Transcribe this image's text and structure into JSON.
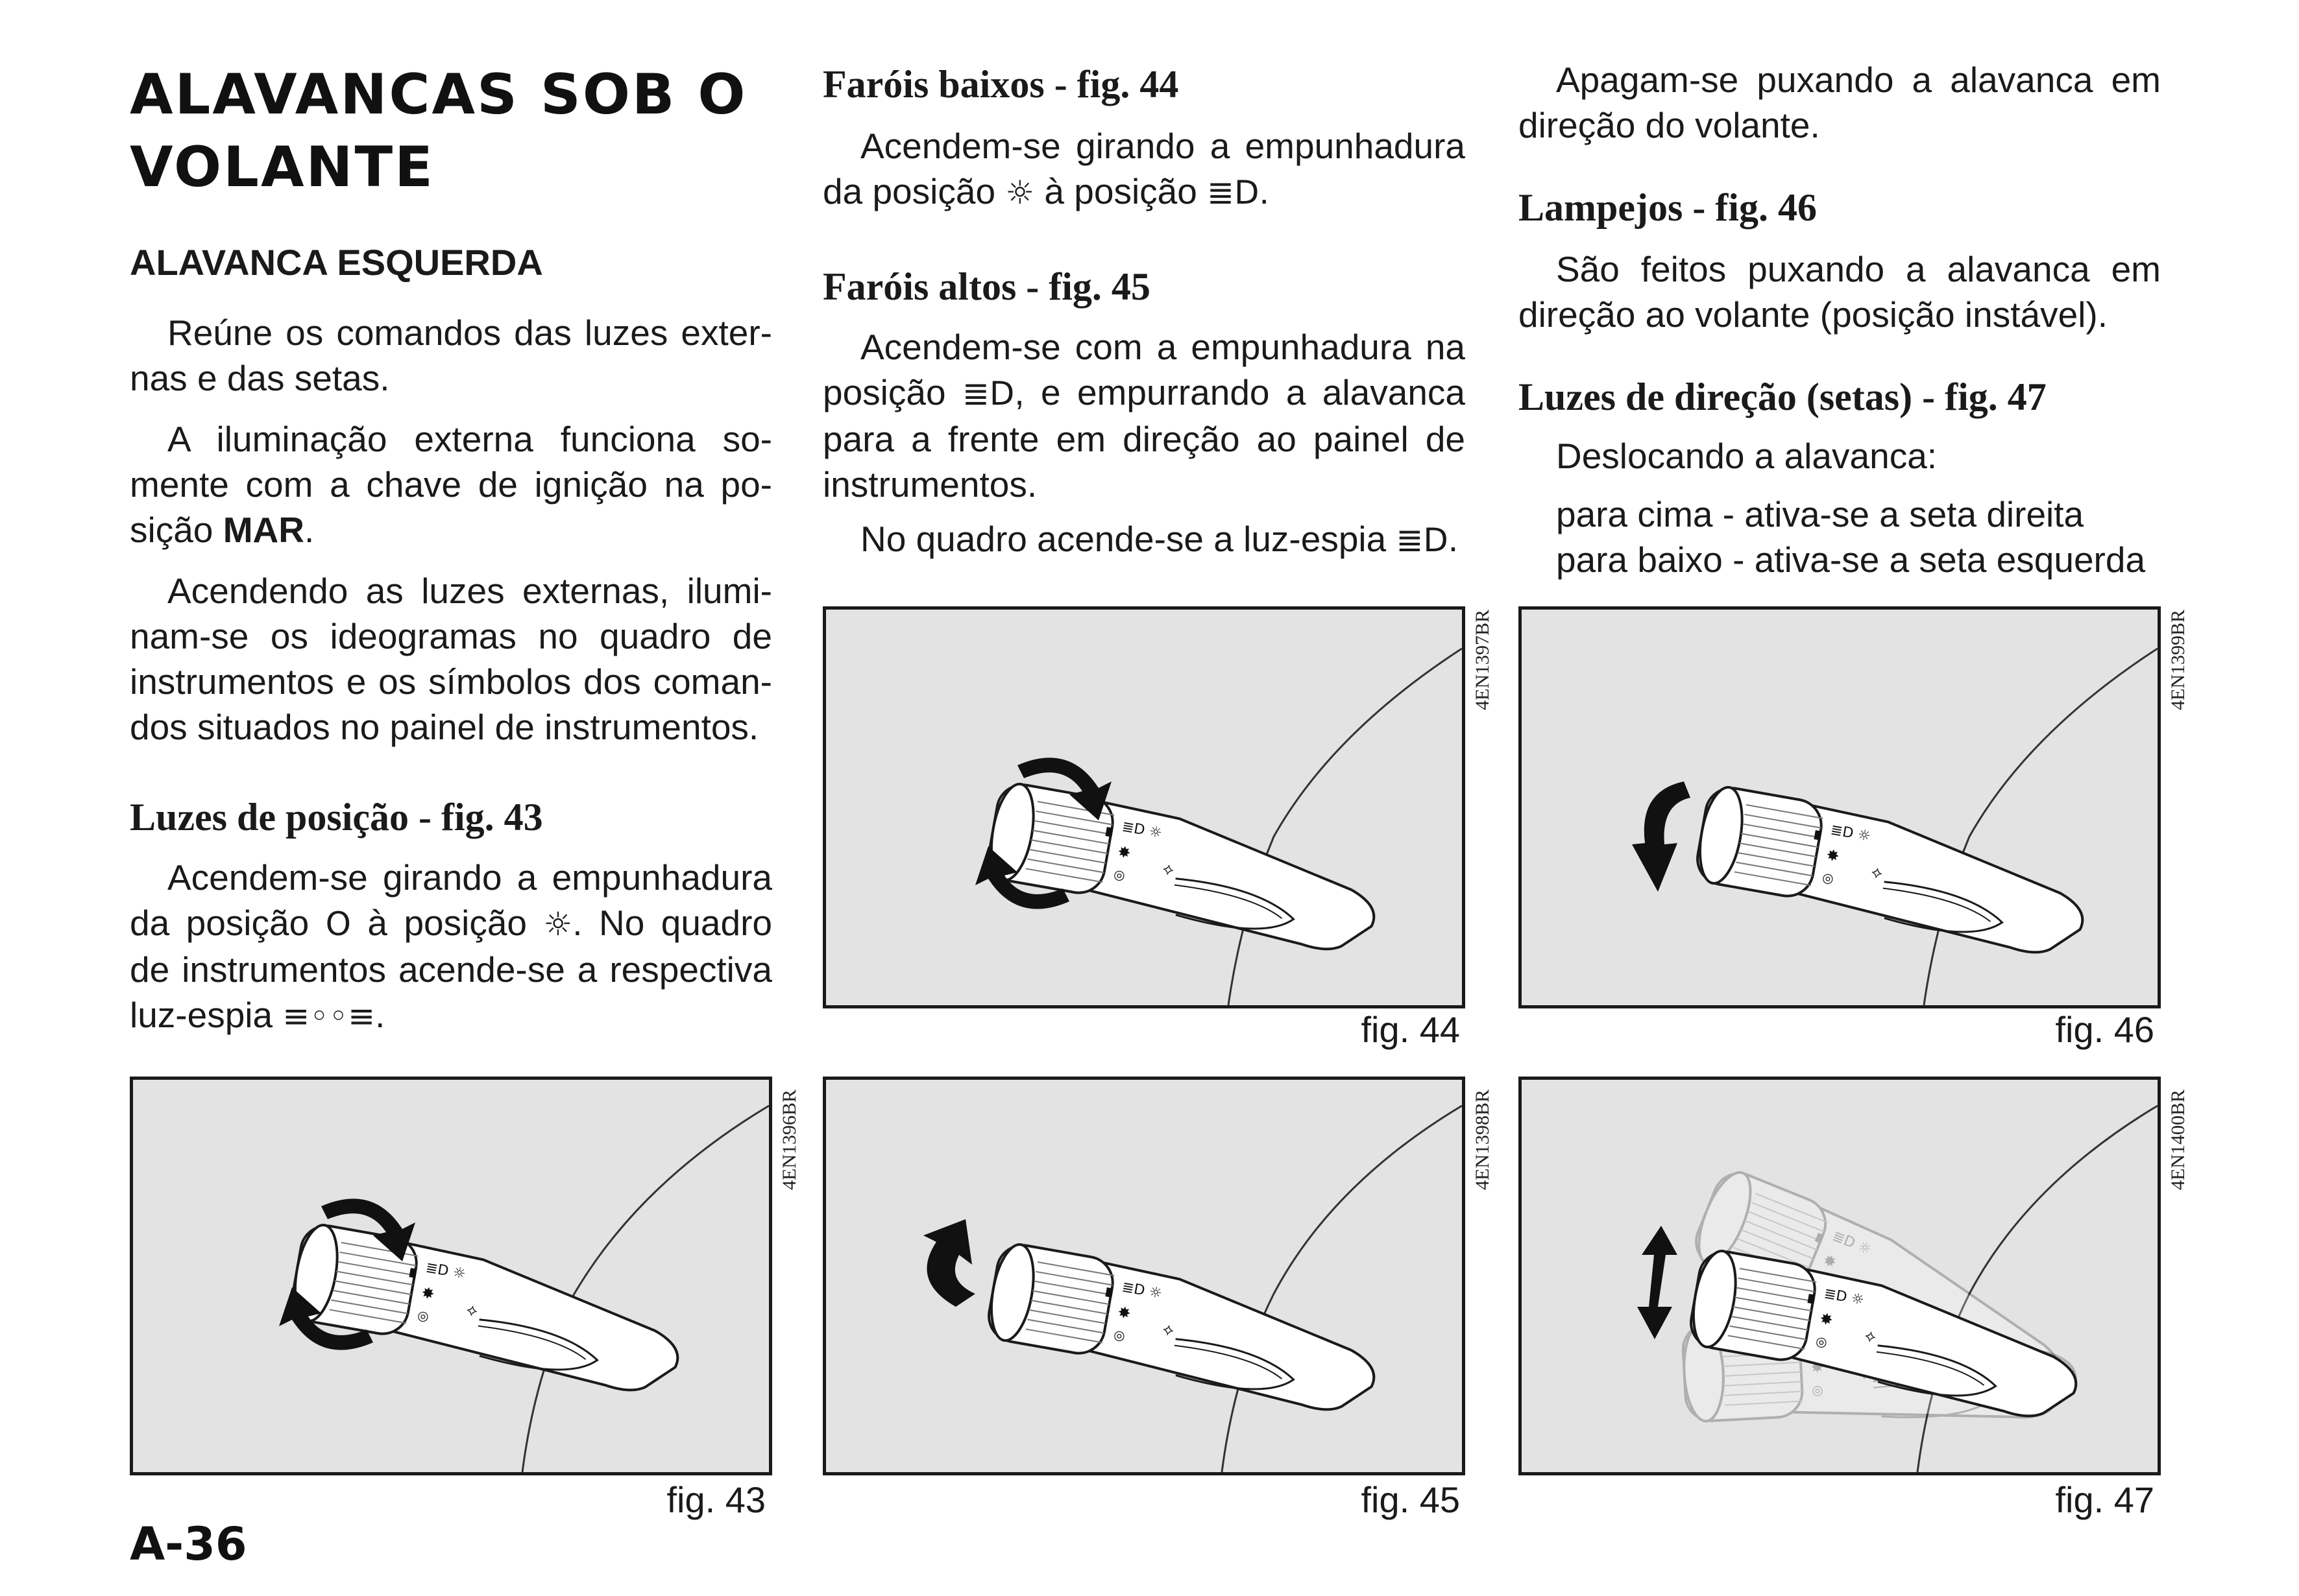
{
  "title": "ALAVANCAS SOB O VOLANTE",
  "left_column": {
    "subheading": "ALAVANCA ESQUERDA",
    "p1": "Reúne os comandos das luzes exter­nas e das setas.",
    "p2a": "A iluminação externa funciona so­mente com a chave de ignição na po­sição ",
    "p2b": "MAR",
    "p2c": ".",
    "p3": "Acendendo as luzes externas, ilumi­nam-se os ideogramas no quadro de instrumentos e os símbolos dos coman­dos situados no painel de instrumentos.",
    "h_pos": "Luzes de posição - fig. 43",
    "p4a": "Acendem-se girando a empunhadura da posição ",
    "p4_sym1": "O",
    "p4b": " à posição ",
    "p4_sym2": "☼",
    "p4c": ". No quadro de instrumentos acende-se a respectiva luz-espia ",
    "p4_sym3": "≡◦◦≡",
    "p4d": "."
  },
  "middle_column": {
    "h_low": "Faróis baixos - fig. 44",
    "p_low_a": "Acendem-se girando a empunhadura da posição ",
    "p_low_sym1": "☼",
    "p_low_b": " à posição ",
    "p_low_sym2": "≣D",
    "p_low_c": ".",
    "h_high": "Faróis altos - fig. 45",
    "p_high_a": "Acendem-se com a empunhadura na posição ",
    "p_high_sym": "≣D",
    "p_high_b": ", e empurrando a alavanca para a frente em direção ao painel de instrumentos.",
    "p_high2a": "No quadro acende-se a luz-espia ",
    "p_high2_sym": "≣D",
    "p_high2b": "."
  },
  "right_column": {
    "p_off": "Apagam-se puxando a alavanca em direção do volante.",
    "h_flash": "Lampejos - fig. 46",
    "p_flash": "São feitos puxando a alavanca em direção ao volante (posição instável).",
    "h_turn": "Luzes de direção (setas) - fig. 47",
    "p_turn": "Deslocando a alavanca:",
    "p_up": "para cima - ativa-se a seta direita",
    "p_down": "para baixo - ativa-se a seta esquerda"
  },
  "figures": {
    "fig43": {
      "caption": "fig. 43",
      "code": "4EN1396BR"
    },
    "fig44": {
      "caption": "fig. 44",
      "code": "4EN1397BR"
    },
    "fig45": {
      "caption": "fig. 45",
      "code": "4EN1398BR"
    },
    "fig46": {
      "caption": "fig. 46",
      "code": "4EN1399BR"
    },
    "fig47": {
      "caption": "fig. 47",
      "code": "4EN1400BR"
    }
  },
  "page_number": "A-36"
}
